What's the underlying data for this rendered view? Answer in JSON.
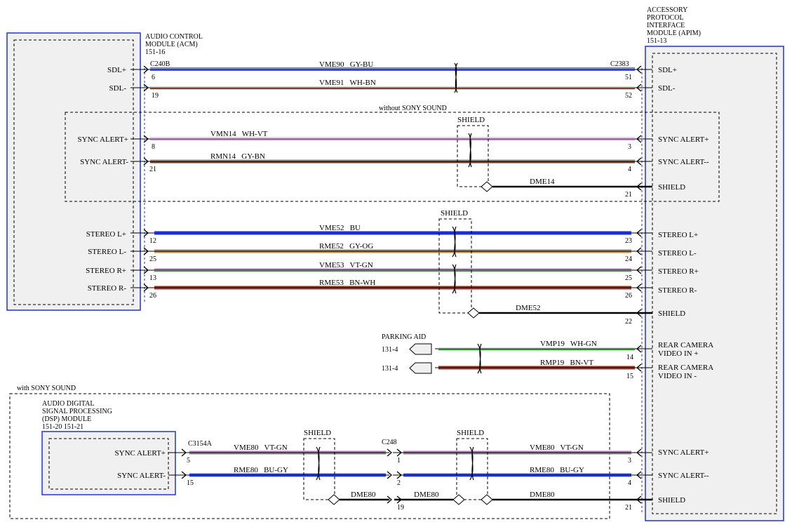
{
  "modules": {
    "acm": {
      "lines": [
        "AUDIO CONTROL",
        "MODULE (ACM)",
        "151-16"
      ]
    },
    "apim": {
      "lines": [
        "ACCESSORY",
        "PROTOCOL",
        "INTERFACE",
        "MODULE (APIM)",
        "151-13"
      ]
    },
    "dsp": {
      "lines": [
        "AUDIO DIGITAL",
        "SIGNAL PROCESSING",
        "(DSP) MODULE",
        "151-20   151-21"
      ]
    }
  },
  "groups": {
    "without_sony": "without SONY SOUND",
    "with_sony": "with SONY SOUND",
    "parking_aid": "PARKING AID"
  },
  "connectors": {
    "acm": "C240B",
    "apim": "C2383",
    "dsp": "C3154A",
    "inline": "C248"
  },
  "shield_label": "SHIELD",
  "pins": {
    "acm_sdl_pos": "SDL+",
    "acm_sdl_neg": "SDL-",
    "acm_sync_pos": "SYNC ALERT+",
    "acm_sync_neg": "SYNC ALERT-",
    "acm_stereo_lp": "STEREO L+",
    "acm_stereo_lm": "STEREO L-",
    "acm_stereo_rp": "STEREO R+",
    "acm_stereo_rm": "STEREO R-",
    "apim_sdl_pos": "SDL+",
    "apim_sdl_neg": "SDL-",
    "apim_sync_pos": "SYNC ALERT+",
    "apim_sync_neg": "SYNC ALERT--",
    "apim_shield1": "SHIELD",
    "apim_stereo_lp": "STEREO L+",
    "apim_stereo_lm": "STEREO L-",
    "apim_stereo_rp": "STEREO R+",
    "apim_stereo_rm": "STEREO R-",
    "apim_shield2": "SHIELD",
    "apim_rear_p1": "REAR CAMERA",
    "apim_rear_p2": "VIDEO IN +",
    "apim_rear_m1": "REAR CAMERA",
    "apim_rear_m2": "VIDEO IN -",
    "apim_sync2_pos": "SYNC ALERT+",
    "apim_sync2_neg": "SYNC ALERT--",
    "apim_shield3": "SHIELD",
    "dsp_sync_pos": "SYNC ALERT+",
    "dsp_sync_neg": "SYNC ALERT-"
  },
  "wires": {
    "vme90": "VME90   GY-BU",
    "vme91": "VME91   WH-BN",
    "vmn14": "VMN14   WH-VT",
    "rmn14": "RMN14   GY-BN",
    "dme14": "DME14",
    "vme52": "VME52   BU",
    "rme52": "RME52   GY-OG",
    "vme53": "VME53   VT-GN",
    "rme53": "RME53   BN-WH",
    "dme52": "DME52",
    "vmp19": "VMP19   WH-GN",
    "rmp19": "RMP19   BN-VT",
    "vme80a": "VME80   VT-GN",
    "rme80a": "RME80   BU-GY",
    "vme80b": "VME80   VT-GN",
    "rme80b": "RME80   BU-GY",
    "dme80a": "DME80",
    "dme80b": "DME80",
    "dme80c": "DME80"
  },
  "pin_numbers": {
    "p6": "6",
    "p19": "19",
    "p8": "8",
    "p21a": "21",
    "p12": "12",
    "p25": "25",
    "p13": "13",
    "p26": "26",
    "p51": "51",
    "p52": "52",
    "p3a": "3",
    "p4a": "4",
    "p21b": "21",
    "p23": "23",
    "p24": "24",
    "p25b": "25",
    "p26b": "26",
    "p22": "22",
    "p14": "14",
    "p15": "15",
    "p5": "5",
    "p15d": "15",
    "p1": "1",
    "p2": "2",
    "p19b": "19",
    "p3b": "3",
    "p4b": "4",
    "p21c": "21"
  },
  "parking_refs": {
    "r1": "131-4",
    "r2": "131-4"
  },
  "colors": {
    "GY": "#8c8c8c",
    "BU": "#1a2fd0",
    "WH": "#ffffff",
    "BN": "#8a3a1a",
    "VT": "#c070c8",
    "OG": "#d08a20",
    "GN": "#2e9a2e",
    "module_border": "#2233cc",
    "module_fill": "#f0f0f0"
  }
}
